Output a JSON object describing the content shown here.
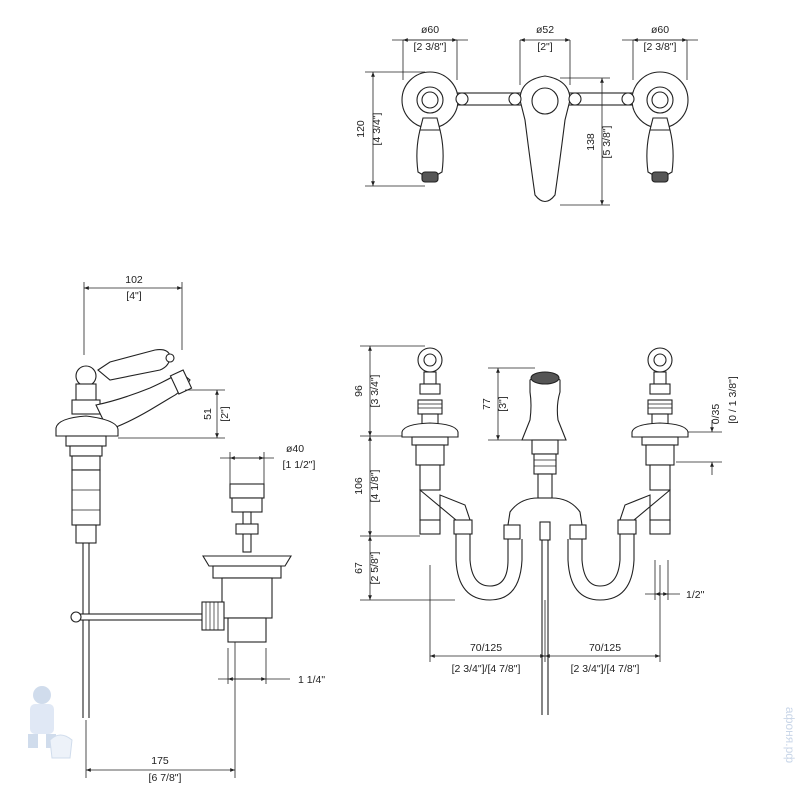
{
  "top_view": {
    "left_diameter": "ø60",
    "left_diameter_in": "[2 3/8\"]",
    "center_diameter": "ø52",
    "center_diameter_in": "[2\"]",
    "right_diameter": "ø60",
    "right_diameter_in": "[2 3/8\"]",
    "height_left": "120",
    "height_left_in": "[4 3/4\"]",
    "height_center": "138",
    "height_center_in": "[5 3/8\"]"
  },
  "side_view": {
    "reach": "102",
    "reach_in": "[4\"]",
    "spout_height": "51",
    "spout_height_in": "[2\"]",
    "drain_diameter": "ø40",
    "drain_diameter_in": "[1 1/2\"]",
    "drain_thread": "1 1/4\"",
    "rod_length": "175",
    "rod_length_in": "[6 7/8\"]"
  },
  "front_view": {
    "handle_height": "96",
    "handle_height_in": "[3 3/4\"]",
    "spout_height": "77",
    "spout_height_in": "[3\"]",
    "deck_range": "0/35",
    "deck_range_in": "[0 / 1 3/8\"]",
    "body_height": "106",
    "body_height_in": "[4 1/8\"]",
    "pipe_height": "67",
    "pipe_height_in": "[2 5/8\"]",
    "thread": "1/2\"",
    "spacing_left": "70/125",
    "spacing_left_in": "[2 3/4\"]/[4 7/8\"]",
    "spacing_right": "70/125",
    "spacing_right_in": "[2 3/4\"]/[4 7/8\"]"
  },
  "watermark": {
    "text": "афоня.рф",
    "icon": "plumber-mascot-icon"
  }
}
